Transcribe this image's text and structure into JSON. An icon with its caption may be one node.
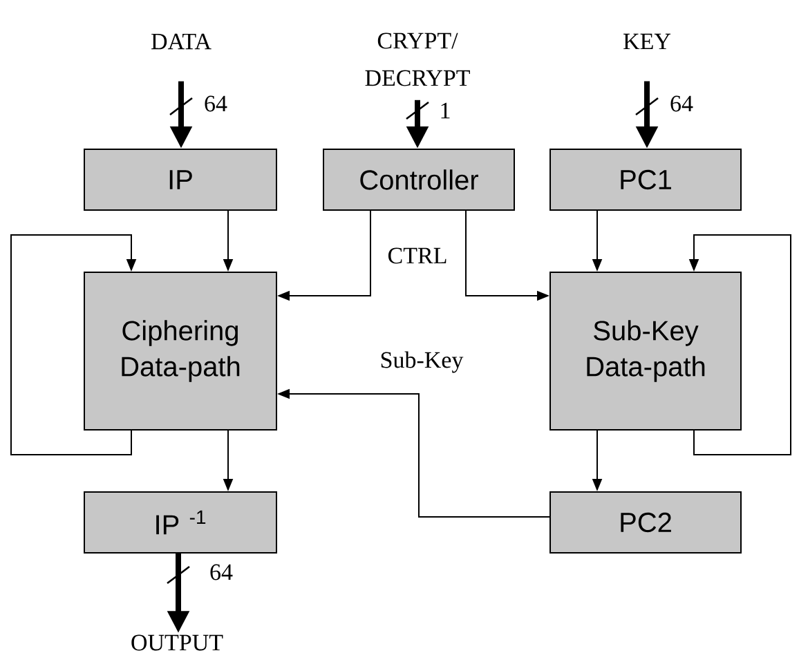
{
  "diagram": {
    "nodes": [
      {
        "text": [
          "DATA"
        ]
      },
      {
        "text": [
          "CRYPT/ DECRYPT"
        ]
      },
      {
        "text": [
          "KEY"
        ]
      },
      {
        "text": [
          "IP"
        ]
      },
      {
        "text": [
          "Controller"
        ]
      },
      {
        "text": [
          "PC1"
        ]
      },
      {
        "text": [
          "Ciphering Data-path"
        ]
      },
      {
        "text": [
          "Sub-Key Data-path"
        ]
      },
      {
        "text": [
          "IP $^{-1}$"
        ]
      },
      {
        "text": [
          "PC2"
        ]
      },
      {
        "text": [
          "OUTPUT"
        ]
      }
    ],
    "edges": [
      {
        "from": 0,
        "to": 3,
        "arrow": "to",
        "style": "thick",
        "label": "64"
      },
      {
        "from": 1,
        "to": 4,
        "arrow": "to",
        "style": "thick",
        "label": "1"
      },
      {
        "from": 2,
        "to": 5,
        "arrow": "to",
        "style": "thick",
        "label": "64"
      },
      {
        "from": 3,
        "to": 6,
        "arrow": "to"
      },
      {
        "from": 4,
        "to": 6,
        "arrow": "to"
      },
      {
        "from": 4,
        "to": 7,
        "arrow": "to"
      },
      {
        "from": 5,
        "to": 7,
        "arrow": "to"
      },
      {
        "from": 6,
        "to": 6,
        "arrow": "to"
      },
      {
        "from": 7,
        "to": 7,
        "arrow": "to"
      },
      {
        "from": 6,
        "to": 8,
        "arrow": "to"
      },
      {
        "from": 7,
        "to": 9,
        "arrow": "to"
      },
      {
        "from": 9,
        "to": 6,
        "arrow": "to",
        "label": "Sub-Key"
      },
      {
        "from": 8,
        "to": 10,
        "arrow": "to",
        "style": "thick",
        "label": "64"
      }
    ],
    "labels": [
      "CTRL"
    ]
  }
}
